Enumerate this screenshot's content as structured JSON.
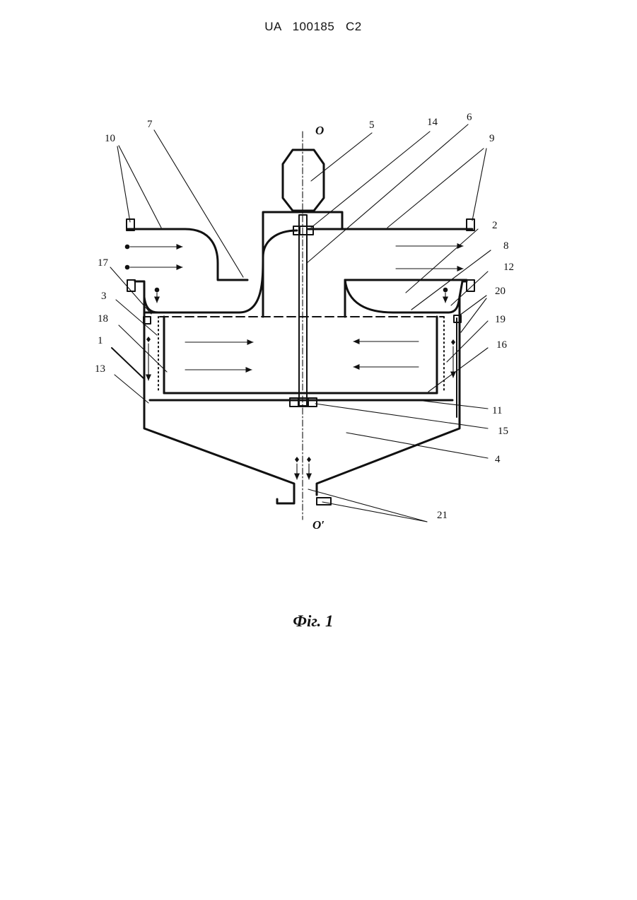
{
  "header": {
    "doc_id": "UA   100185   C2"
  },
  "figure": {
    "caption": "Фіг. 1",
    "axis_top": "O",
    "axis_bottom": "O′",
    "labels": {
      "l1": "1",
      "l2": "2",
      "l3": "3",
      "l4": "4",
      "l5": "5",
      "l6": "6",
      "l7": "7",
      "l8": "8",
      "l9": "9",
      "l10": "10",
      "l11": "11",
      "l12": "12",
      "l13": "13",
      "l14": "14",
      "l15": "15",
      "l16": "16",
      "l17": "17",
      "l18": "18",
      "l19": "19",
      "l20": "20",
      "l21": "21"
    }
  }
}
